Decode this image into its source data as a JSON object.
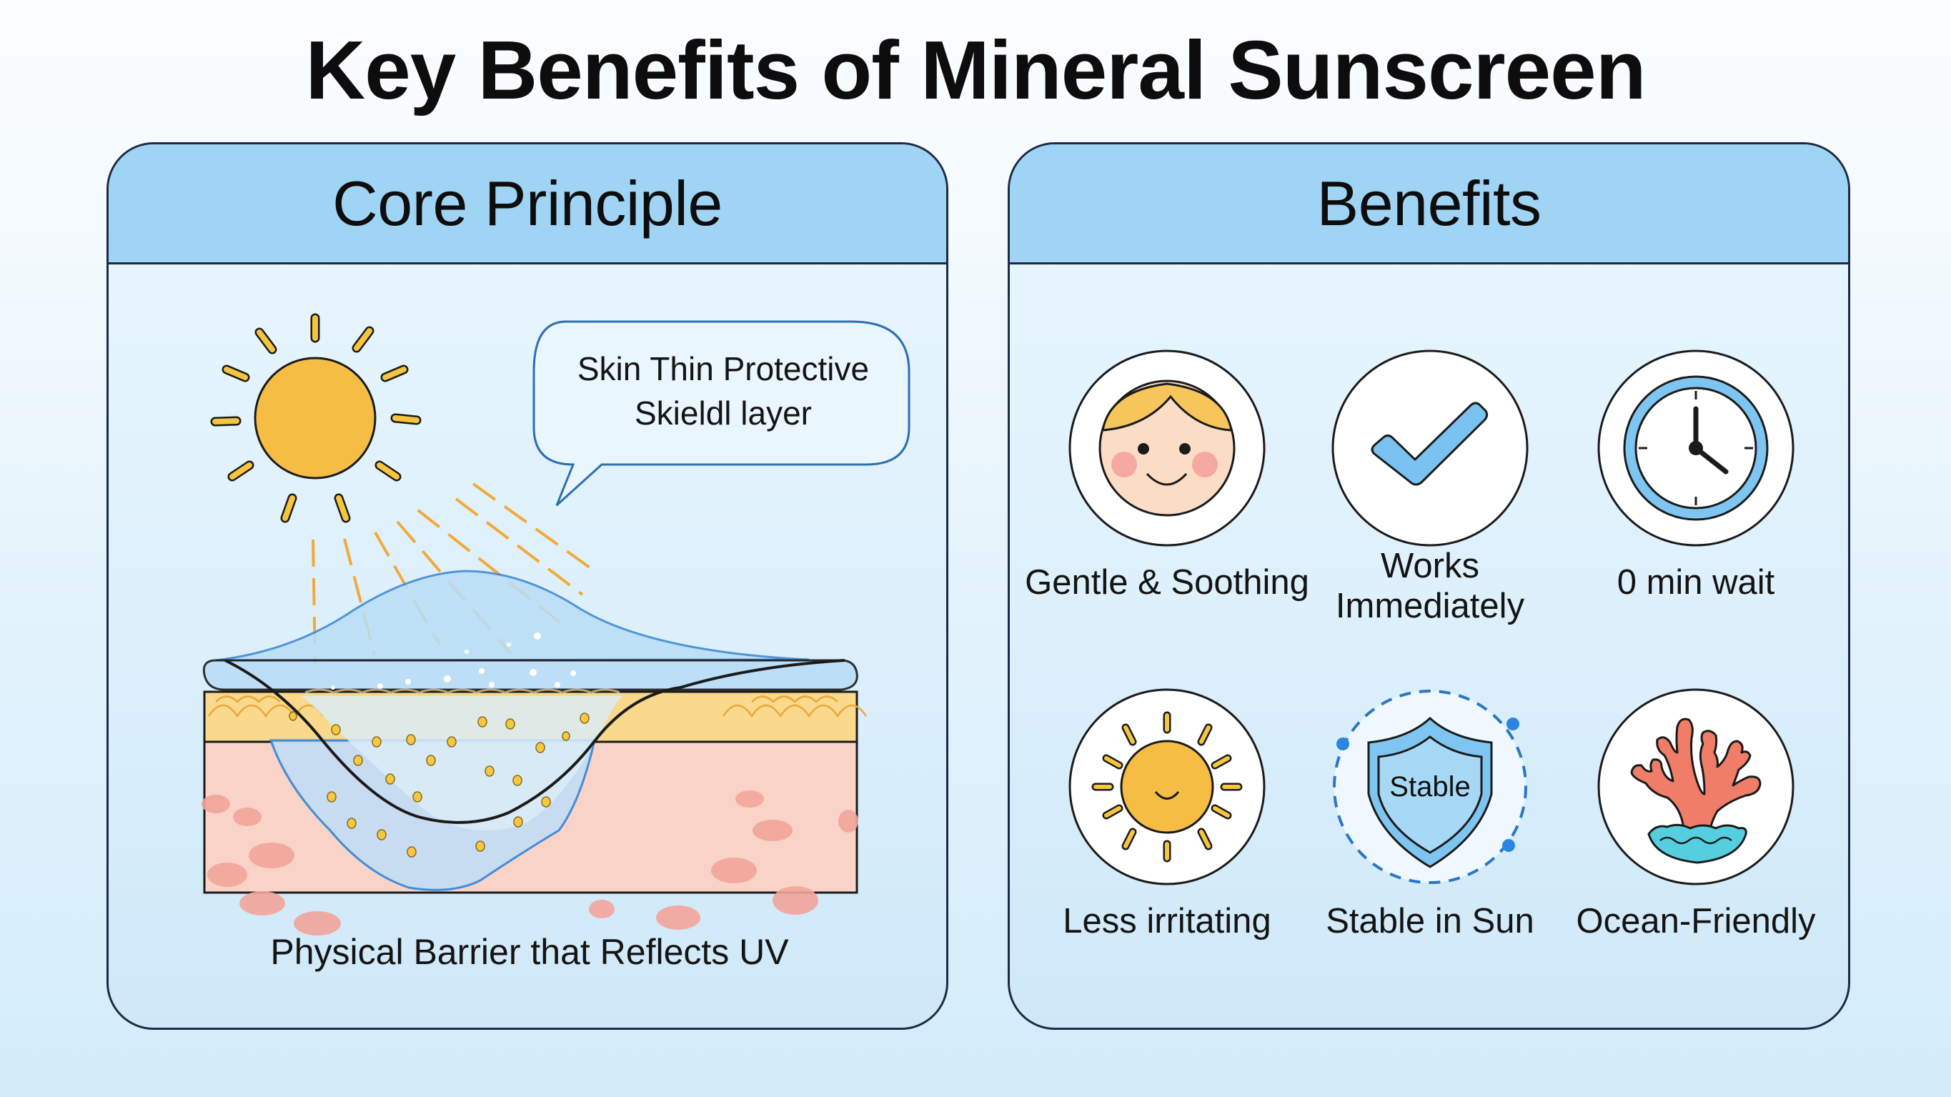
{
  "title": "Key Benefits of Mineral Sunscreen",
  "colors": {
    "header_fill": "#9fd4f5",
    "panel_border": "#1c2b45",
    "sun_yellow": "#f6bd45",
    "accent_blue": "#6fbdf0",
    "coral": "#f07d68",
    "water": "#55cfe0",
    "skin_pink": "#f9d3c8",
    "epidermis_yellow": "#fad98c"
  },
  "core_principle": {
    "header": "Core Principle",
    "bubble_lines": [
      "Skin Thin Protective",
      "Skieldl layer"
    ],
    "caption": "Physical Barrier that Reflects UV",
    "illustration": {
      "sun": "sun-icon",
      "rays": "dashed-uv-rays",
      "layer": "protective-shield-layer",
      "skin": "skin-cross-section"
    }
  },
  "benefits": {
    "header": "Benefits",
    "items": [
      {
        "icon": "smiling-face-icon",
        "label_lines": [
          "Gentle & Soothing"
        ]
      },
      {
        "icon": "checkmark-icon",
        "label_lines": [
          "Works",
          "Immediately"
        ]
      },
      {
        "icon": "clock-icon",
        "label_lines": [
          "0 min wait"
        ]
      },
      {
        "icon": "smiling-sun-icon",
        "label_lines": [
          "Less irritating"
        ]
      },
      {
        "icon": "shield-icon",
        "shield_text": "Stable",
        "label_lines": [
          "Stable in Sun"
        ]
      },
      {
        "icon": "coral-icon",
        "label_lines": [
          "Ocean-Friendly"
        ]
      }
    ]
  }
}
